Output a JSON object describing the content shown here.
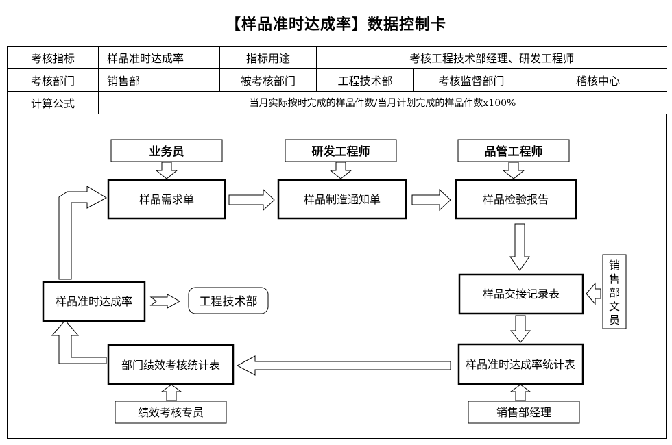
{
  "title": "【样品准时达成率】数据控制卡",
  "table": {
    "label_indicator": "考核指标",
    "indicator": "样品准时达成率",
    "label_purpose": "指标用途",
    "purpose": "考核工程技术部经理、研发工程师",
    "label_dept": "考核部门",
    "dept": "销售部",
    "label_assessed": "被考核部门",
    "assessed": "工程技术部",
    "label_supervise": "考核监督部门",
    "supervise": "稽核中心",
    "label_formula": "计算公式",
    "formula": "当月实际按时完成的样品件数/当月计划完成的样品件数x100%"
  },
  "flow": {
    "salesperson": "业务员",
    "rd_engineer": "研发工程师",
    "qc_engineer": "品管工程师",
    "sample_request": "样品需求单",
    "manufacture_notice": "样品制造通知单",
    "inspection_report": "样品检验报告",
    "handover_record": "样品交接记录表",
    "sales_clerk_chars": [
      "销",
      "售",
      "部",
      "文",
      "员"
    ],
    "on_time_rate": "样品准时达成率",
    "engineering_dept": "工程技术部",
    "dept_kpi_stats": "部门绩效考核统计表",
    "on_time_stats": "样品准时达成率统计表",
    "kpi_specialist": "绩效考核专员",
    "sales_manager": "销售部经理"
  }
}
